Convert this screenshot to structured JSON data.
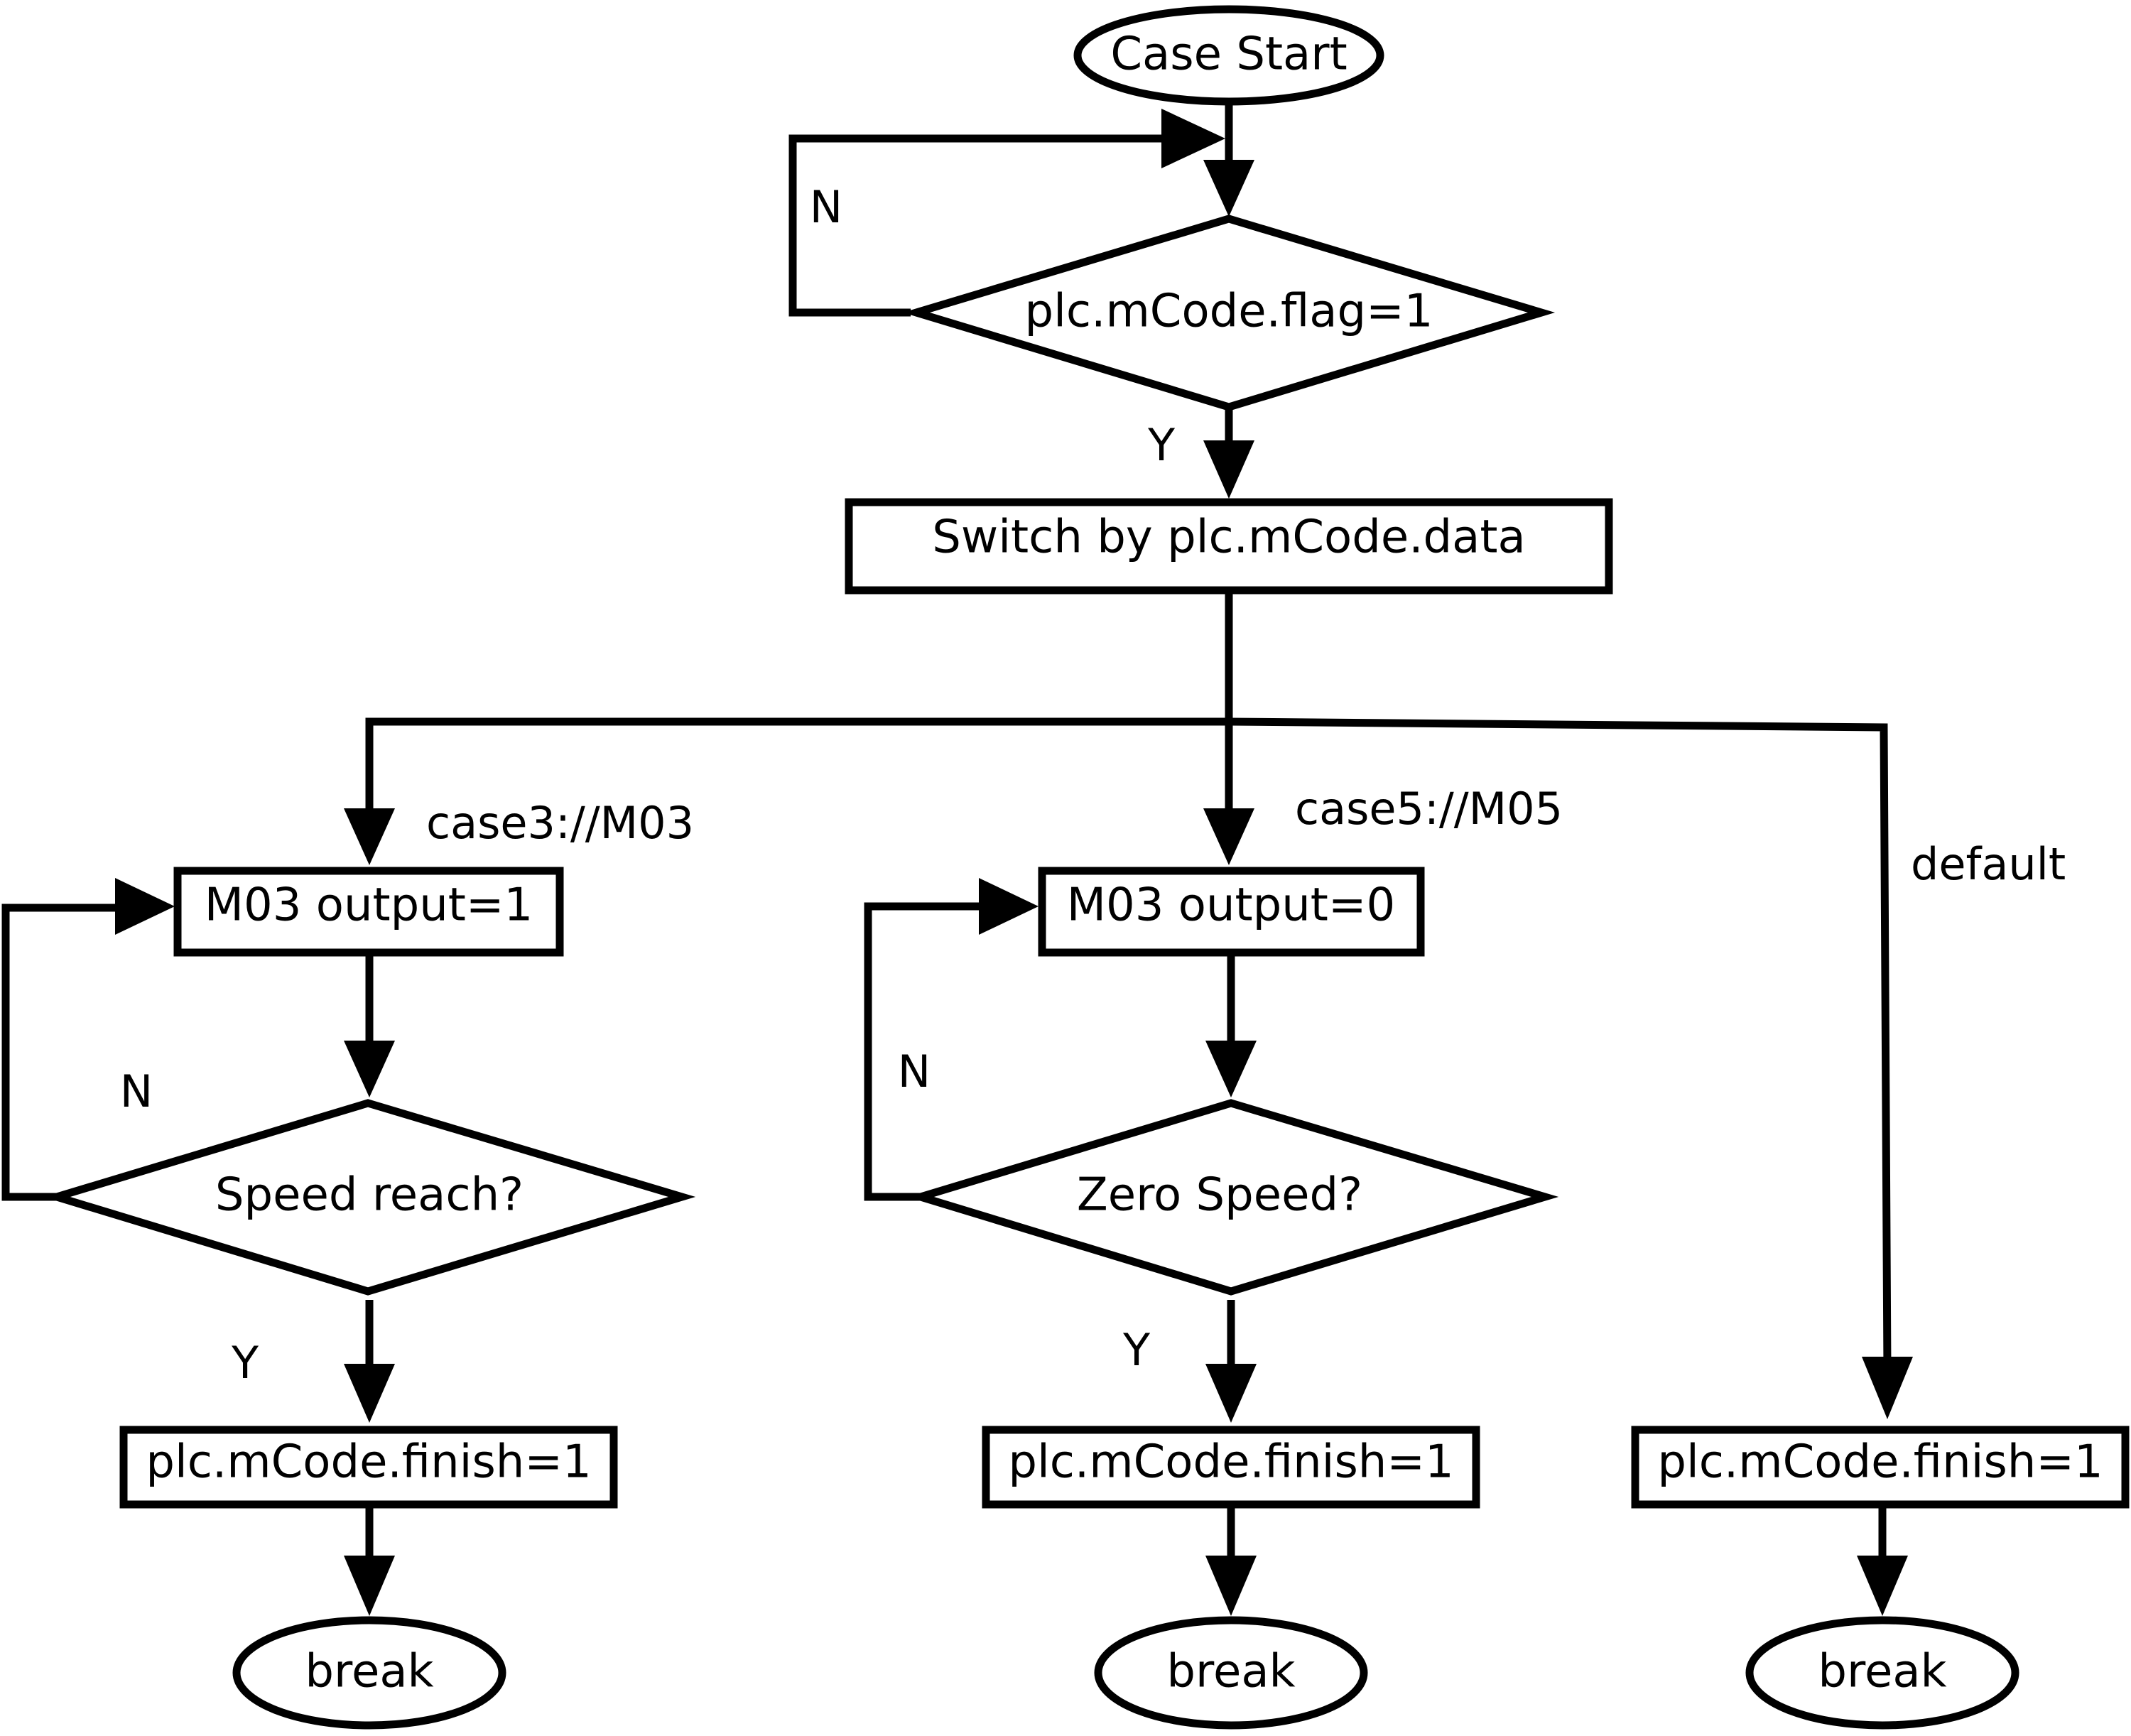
{
  "nodes": {
    "start": "Case Start",
    "flag_check": "plc.mCode.flag=1",
    "switch": "Switch by plc.mCode.data",
    "m03_on": "M03 output=1",
    "speed_reach": "Speed reach?",
    "finish_case3": "plc.mCode.finish=1",
    "break_case3": "break",
    "m03_off": "M03 output=0",
    "zero_speed": "Zero Speed?",
    "finish_case5": "plc.mCode.finish=1",
    "break_case5": "break",
    "finish_default": "plc.mCode.finish=1",
    "break_default": "break"
  },
  "edge_labels": {
    "flag_no": "N",
    "flag_yes": "Y",
    "case3": "case3://M03",
    "case5": "case5://M05",
    "default": "default",
    "speed_no": "N",
    "speed_yes": "Y",
    "zero_no": "N",
    "zero_yes": "Y"
  }
}
